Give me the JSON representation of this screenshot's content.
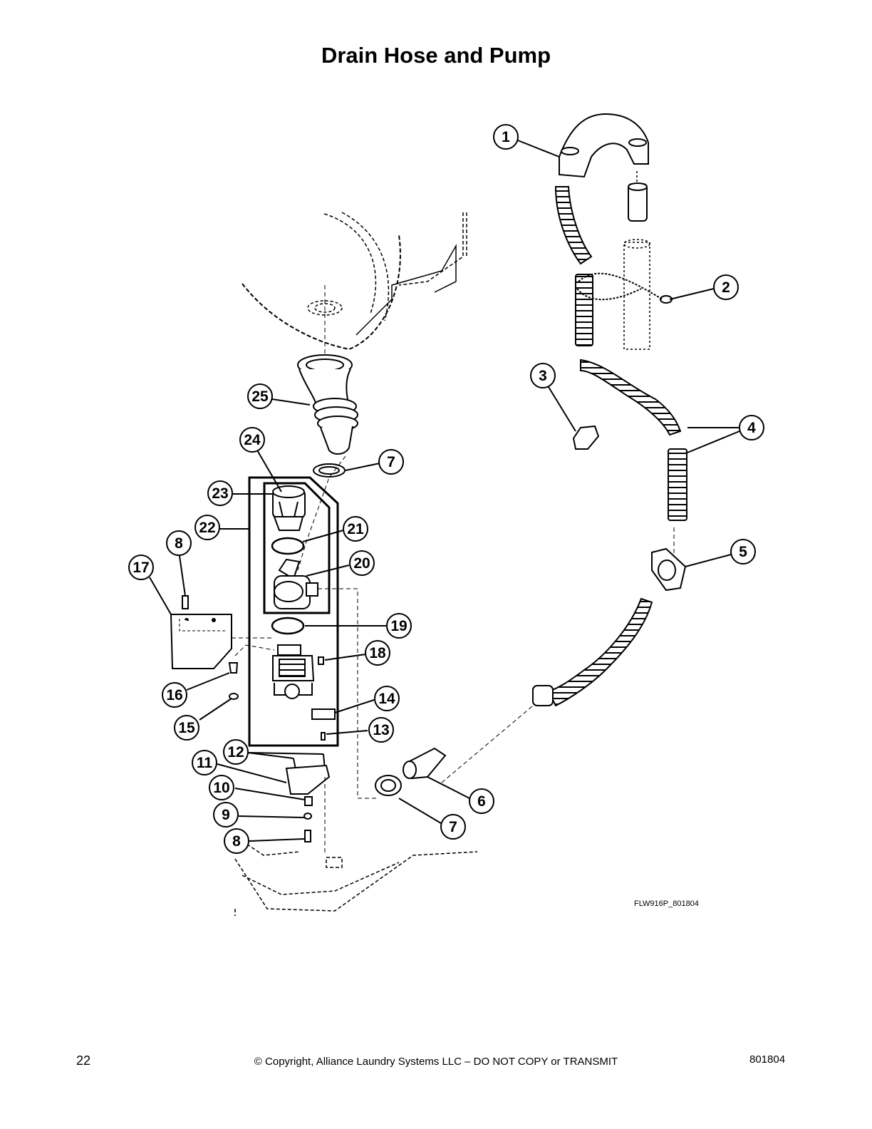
{
  "page": {
    "title": "Drain Hose and Pump",
    "figure_id": "FLW916P_801804",
    "page_number": "22",
    "copyright": "© Copyright, Alliance Laundry Systems LLC – DO NOT COPY or TRANSMIT",
    "document_number": "801804"
  },
  "callouts": [
    {
      "label": "1"
    },
    {
      "label": "2"
    },
    {
      "label": "3"
    },
    {
      "label": "4"
    },
    {
      "label": "5"
    },
    {
      "label": "6"
    },
    {
      "label": "7"
    },
    {
      "label": "7"
    },
    {
      "label": "8"
    },
    {
      "label": "8"
    },
    {
      "label": "9"
    },
    {
      "label": "10"
    },
    {
      "label": "11"
    },
    {
      "label": "12"
    },
    {
      "label": "13"
    },
    {
      "label": "14"
    },
    {
      "label": "15"
    },
    {
      "label": "16"
    },
    {
      "label": "17"
    },
    {
      "label": "18"
    },
    {
      "label": "19"
    },
    {
      "label": "20"
    },
    {
      "label": "21"
    },
    {
      "label": "22"
    },
    {
      "label": "23"
    },
    {
      "label": "24"
    },
    {
      "label": "25"
    }
  ]
}
